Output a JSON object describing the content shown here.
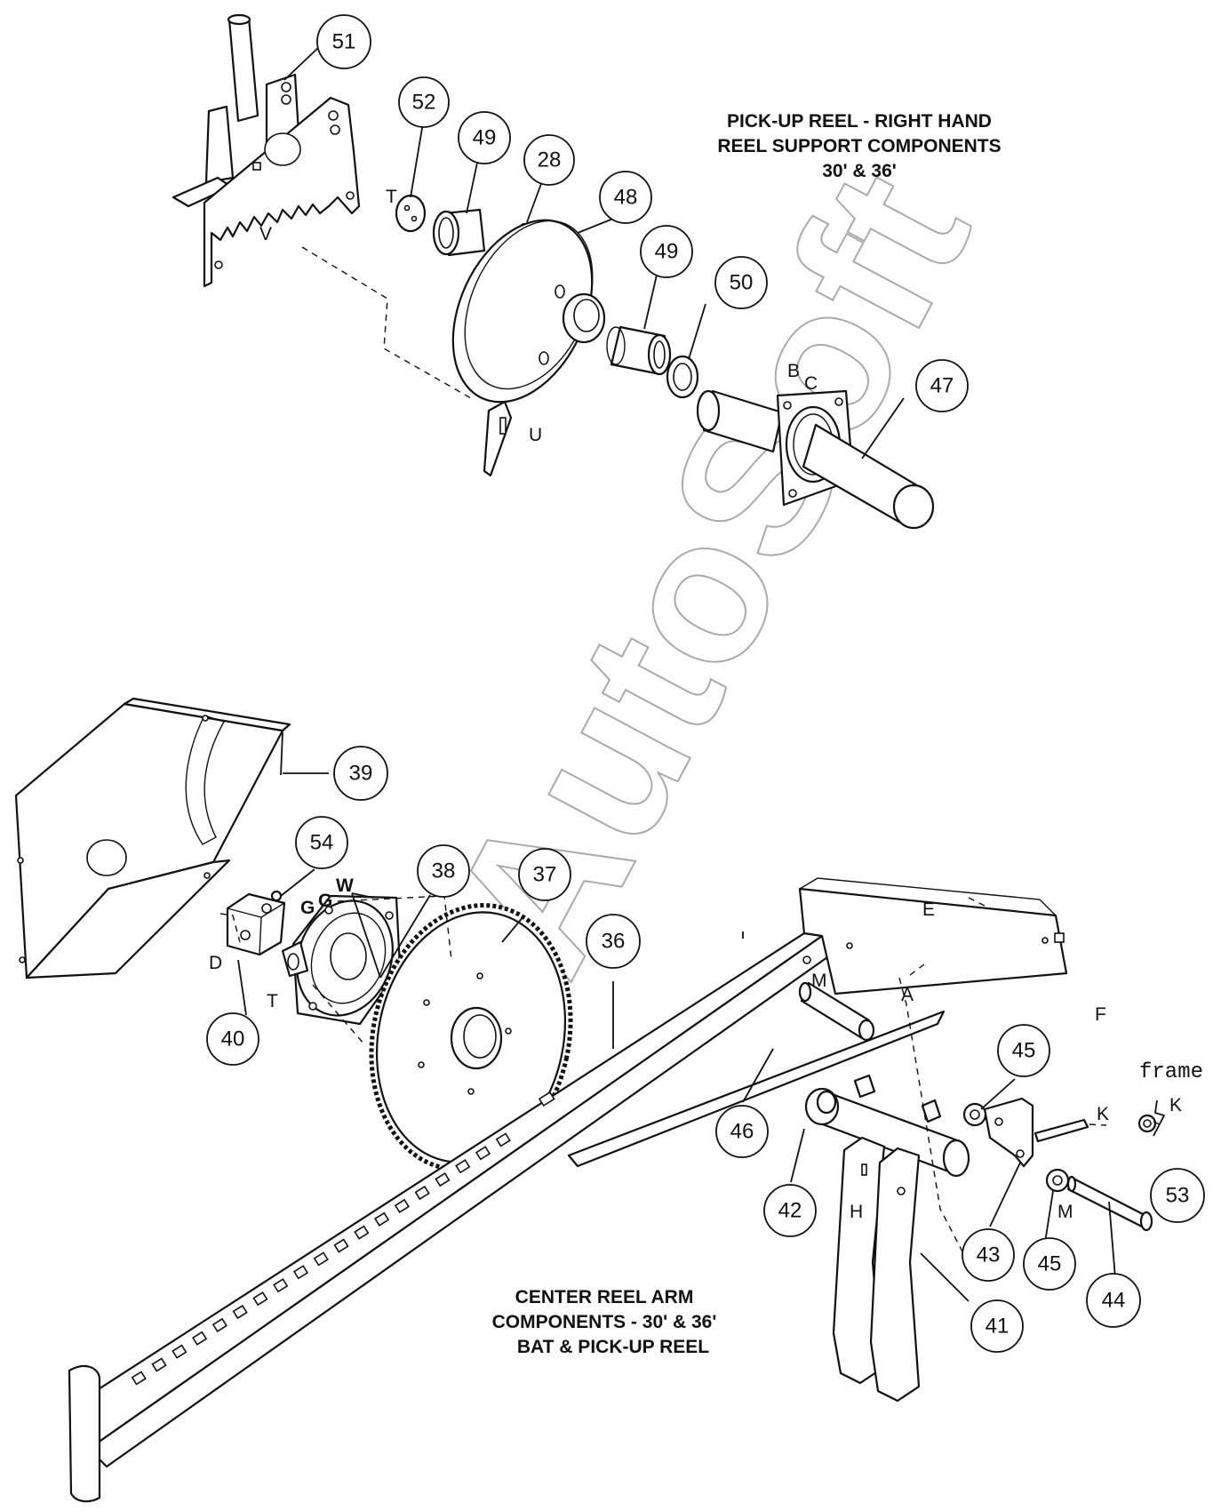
{
  "titles": {
    "top": [
      "PICK-UP REEL - RIGHT HAND",
      "REEL SUPPORT COMPONENTS",
      "30' & 36'"
    ],
    "bottom": [
      "CENTER REEL ARM",
      "COMPONENTS - 30' & 36'",
      "BAT & PICK-UP REEL"
    ]
  },
  "watermark": "AutoSoft",
  "callouts": [
    "51",
    "52",
    "49",
    "28",
    "48",
    "49",
    "50",
    "47",
    "39",
    "54",
    "38",
    "37",
    "36",
    "40",
    "45",
    "46",
    "42",
    "43",
    "53",
    "45",
    "44",
    "41"
  ],
  "letters": {
    "t_top": "T",
    "v": "V",
    "u": "U",
    "b": "B",
    "c": "C",
    "d": "D",
    "t_bot": "T",
    "g1": "G",
    "g2": "G",
    "w": "W",
    "e": "E",
    "m_top": "M",
    "a": "A",
    "f": "F",
    "frame": "frame",
    "k1": "K",
    "k2": "K",
    "h": "H",
    "m_bot": "M"
  }
}
